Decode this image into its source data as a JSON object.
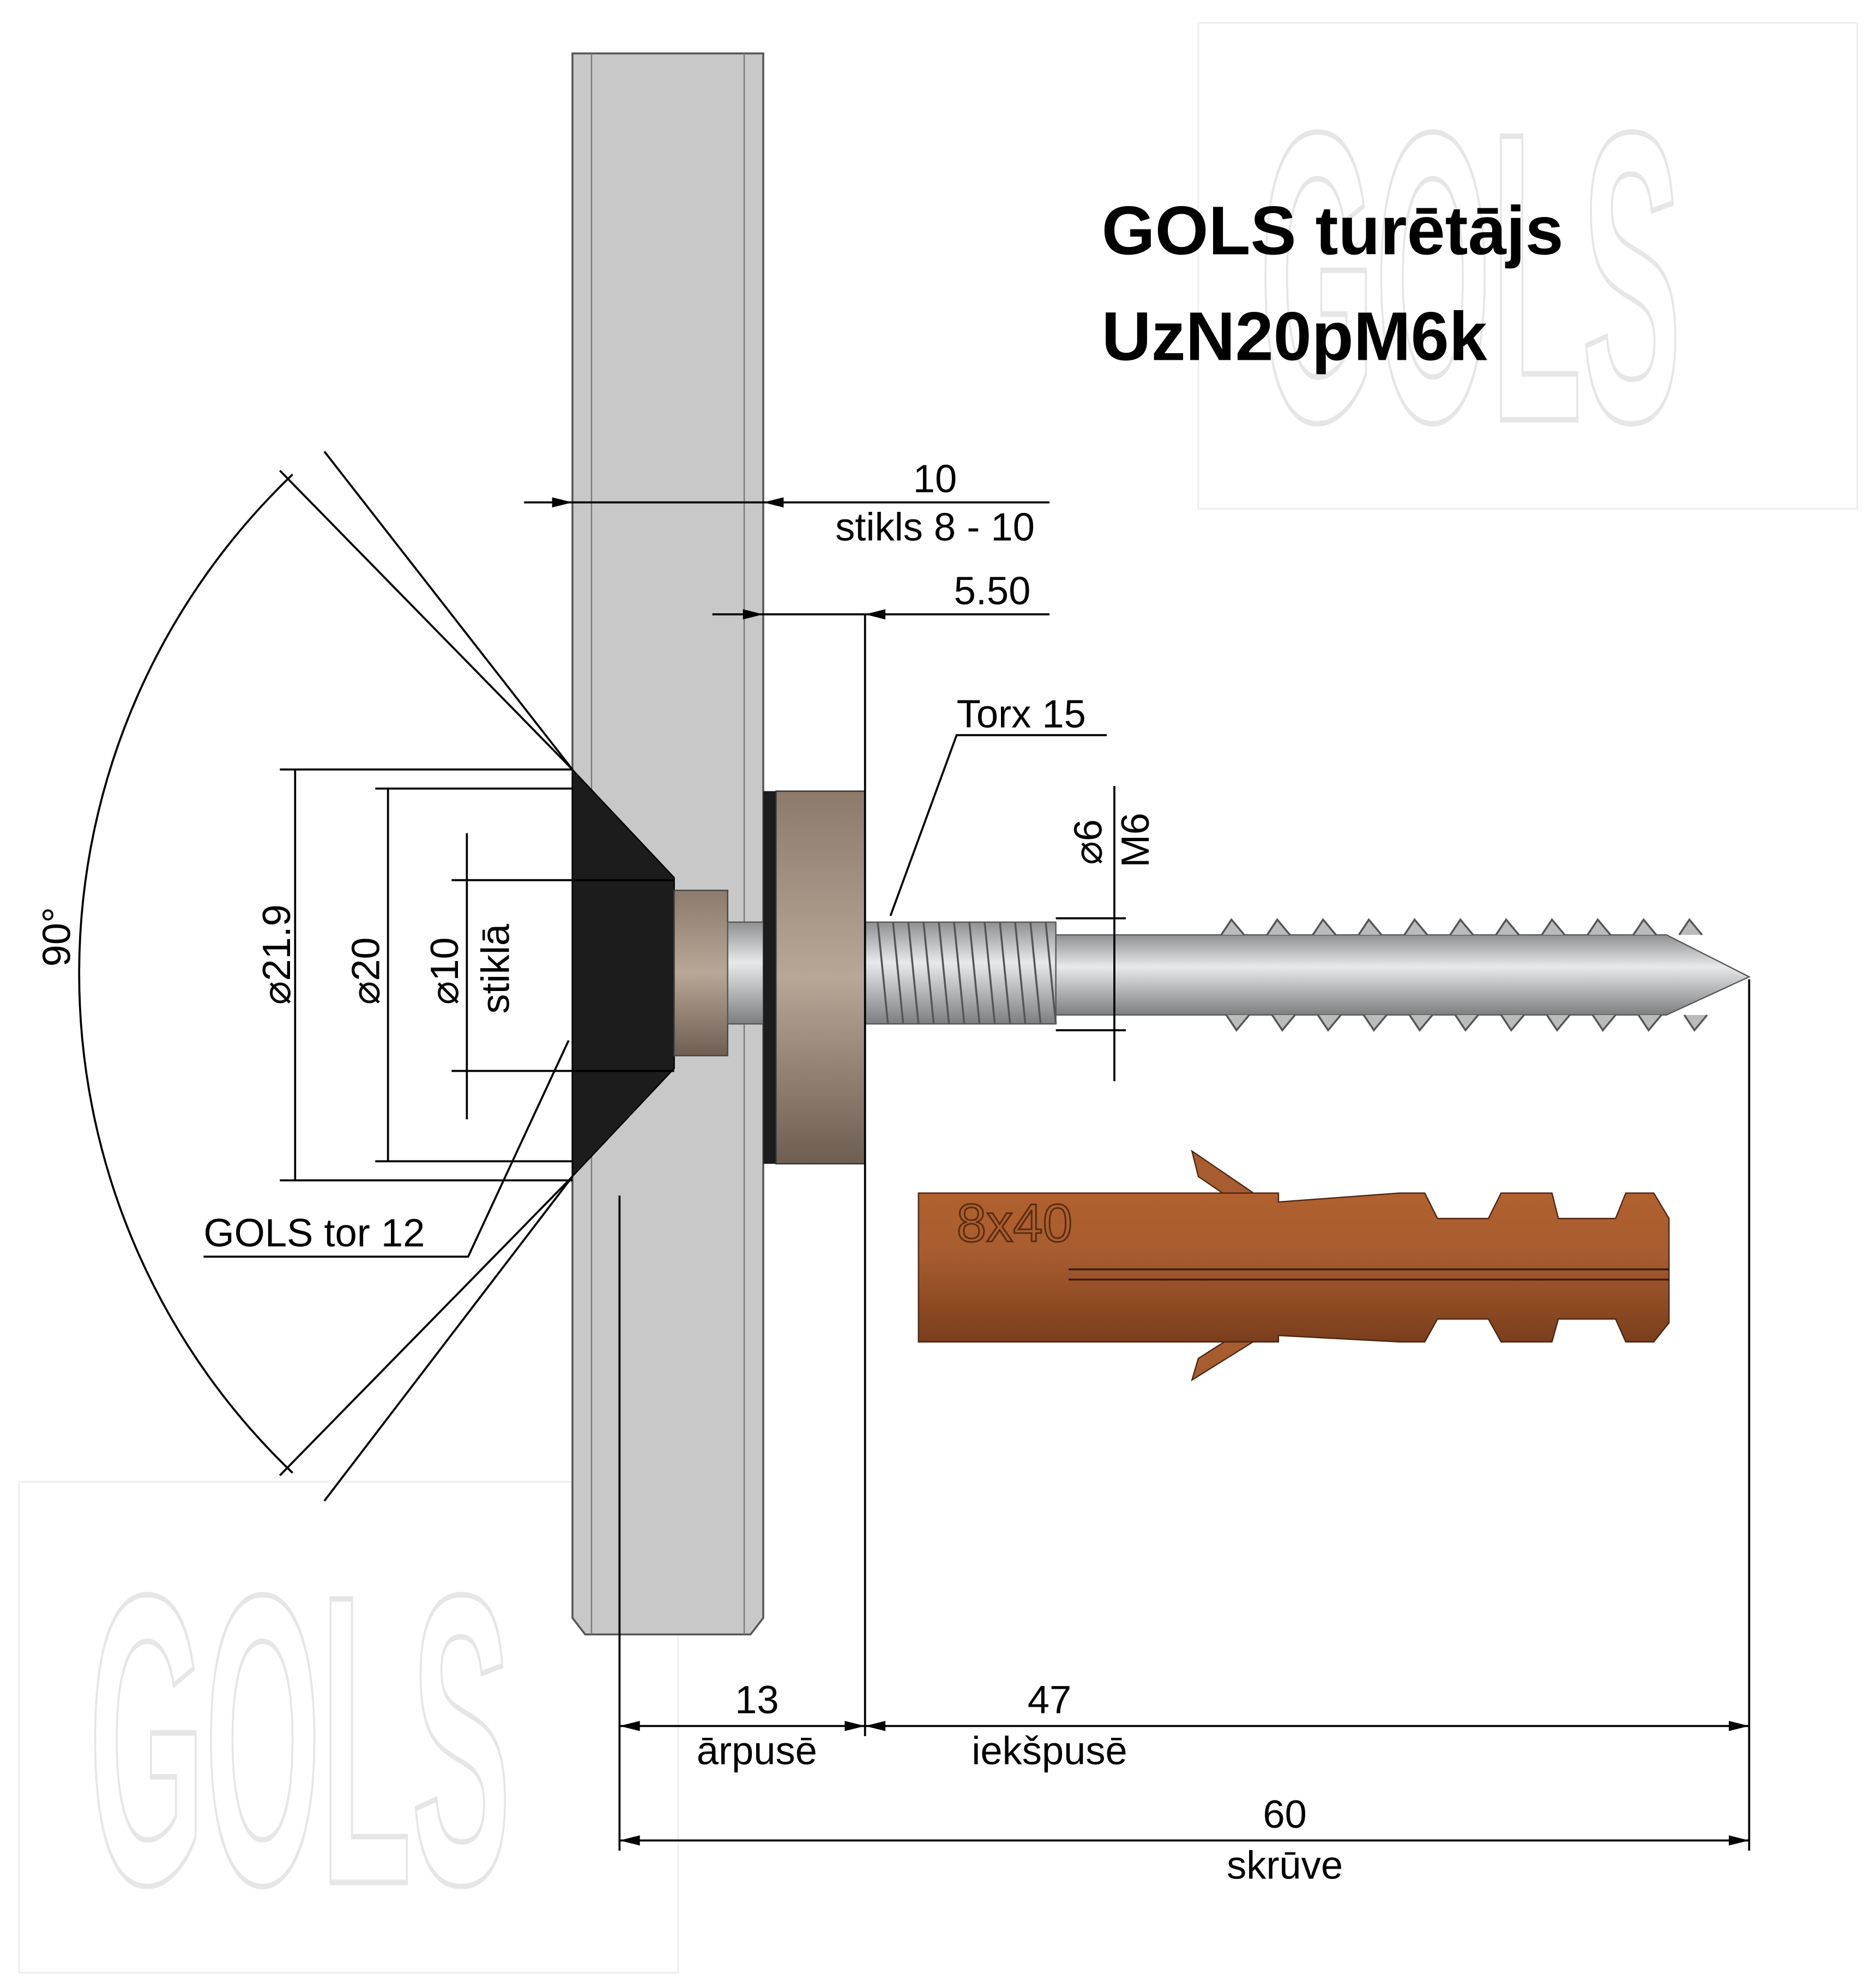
{
  "title": {
    "line1": "GOLS  turētājs",
    "line2": "UzN20pM6k"
  },
  "watermark": "GOLS",
  "dimensions": {
    "glass_thickness": "10",
    "glass_range": "stikls 8 - 10",
    "offset": "5.50",
    "torx": "Torx 15",
    "shaft_dia": "⌀6",
    "thread": "M6",
    "dia_outer": "⌀21.9",
    "dia_20": "⌀20",
    "dia_hole": "⌀10",
    "hole_label": "stiklā",
    "angle": "90°",
    "cap_label": "GOLS  tor 12",
    "outside_len": "13",
    "outside_label": "ārpusē",
    "inside_len": "47",
    "inside_label": "iekšpusē",
    "screw_len": "60",
    "screw_label": "skrūve"
  },
  "dowel_label": "8x40",
  "colors": {
    "glass": "#c8c8c8",
    "cap": "#1c1c1c",
    "sleeve": "#b09c8a",
    "screw": "#c4c6c8",
    "dowel": "#a3582c"
  }
}
